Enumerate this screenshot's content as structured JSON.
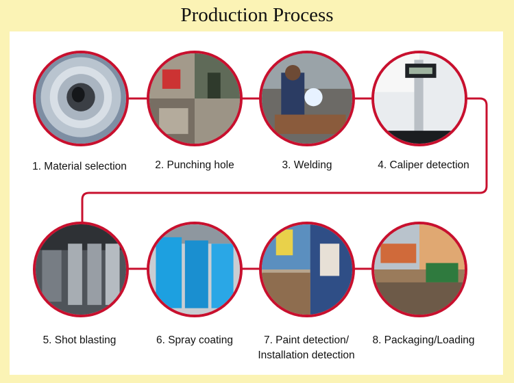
{
  "title": "Production Process",
  "steps": [
    {
      "label": "1. Material selection"
    },
    {
      "label": "2. Punching  hole"
    },
    {
      "label": "3. Welding"
    },
    {
      "label": "4. Caliper detection"
    },
    {
      "label": "5. Shot blasting"
    },
    {
      "label": "6. Spray coating"
    },
    {
      "label": "7. Paint detection/",
      "label2": "Installation detection"
    },
    {
      "label": "8. Packaging/Loading"
    }
  ],
  "colors": {
    "background": "#fbf3b5",
    "connector": "#c8102e",
    "panel": "#ffffff"
  }
}
